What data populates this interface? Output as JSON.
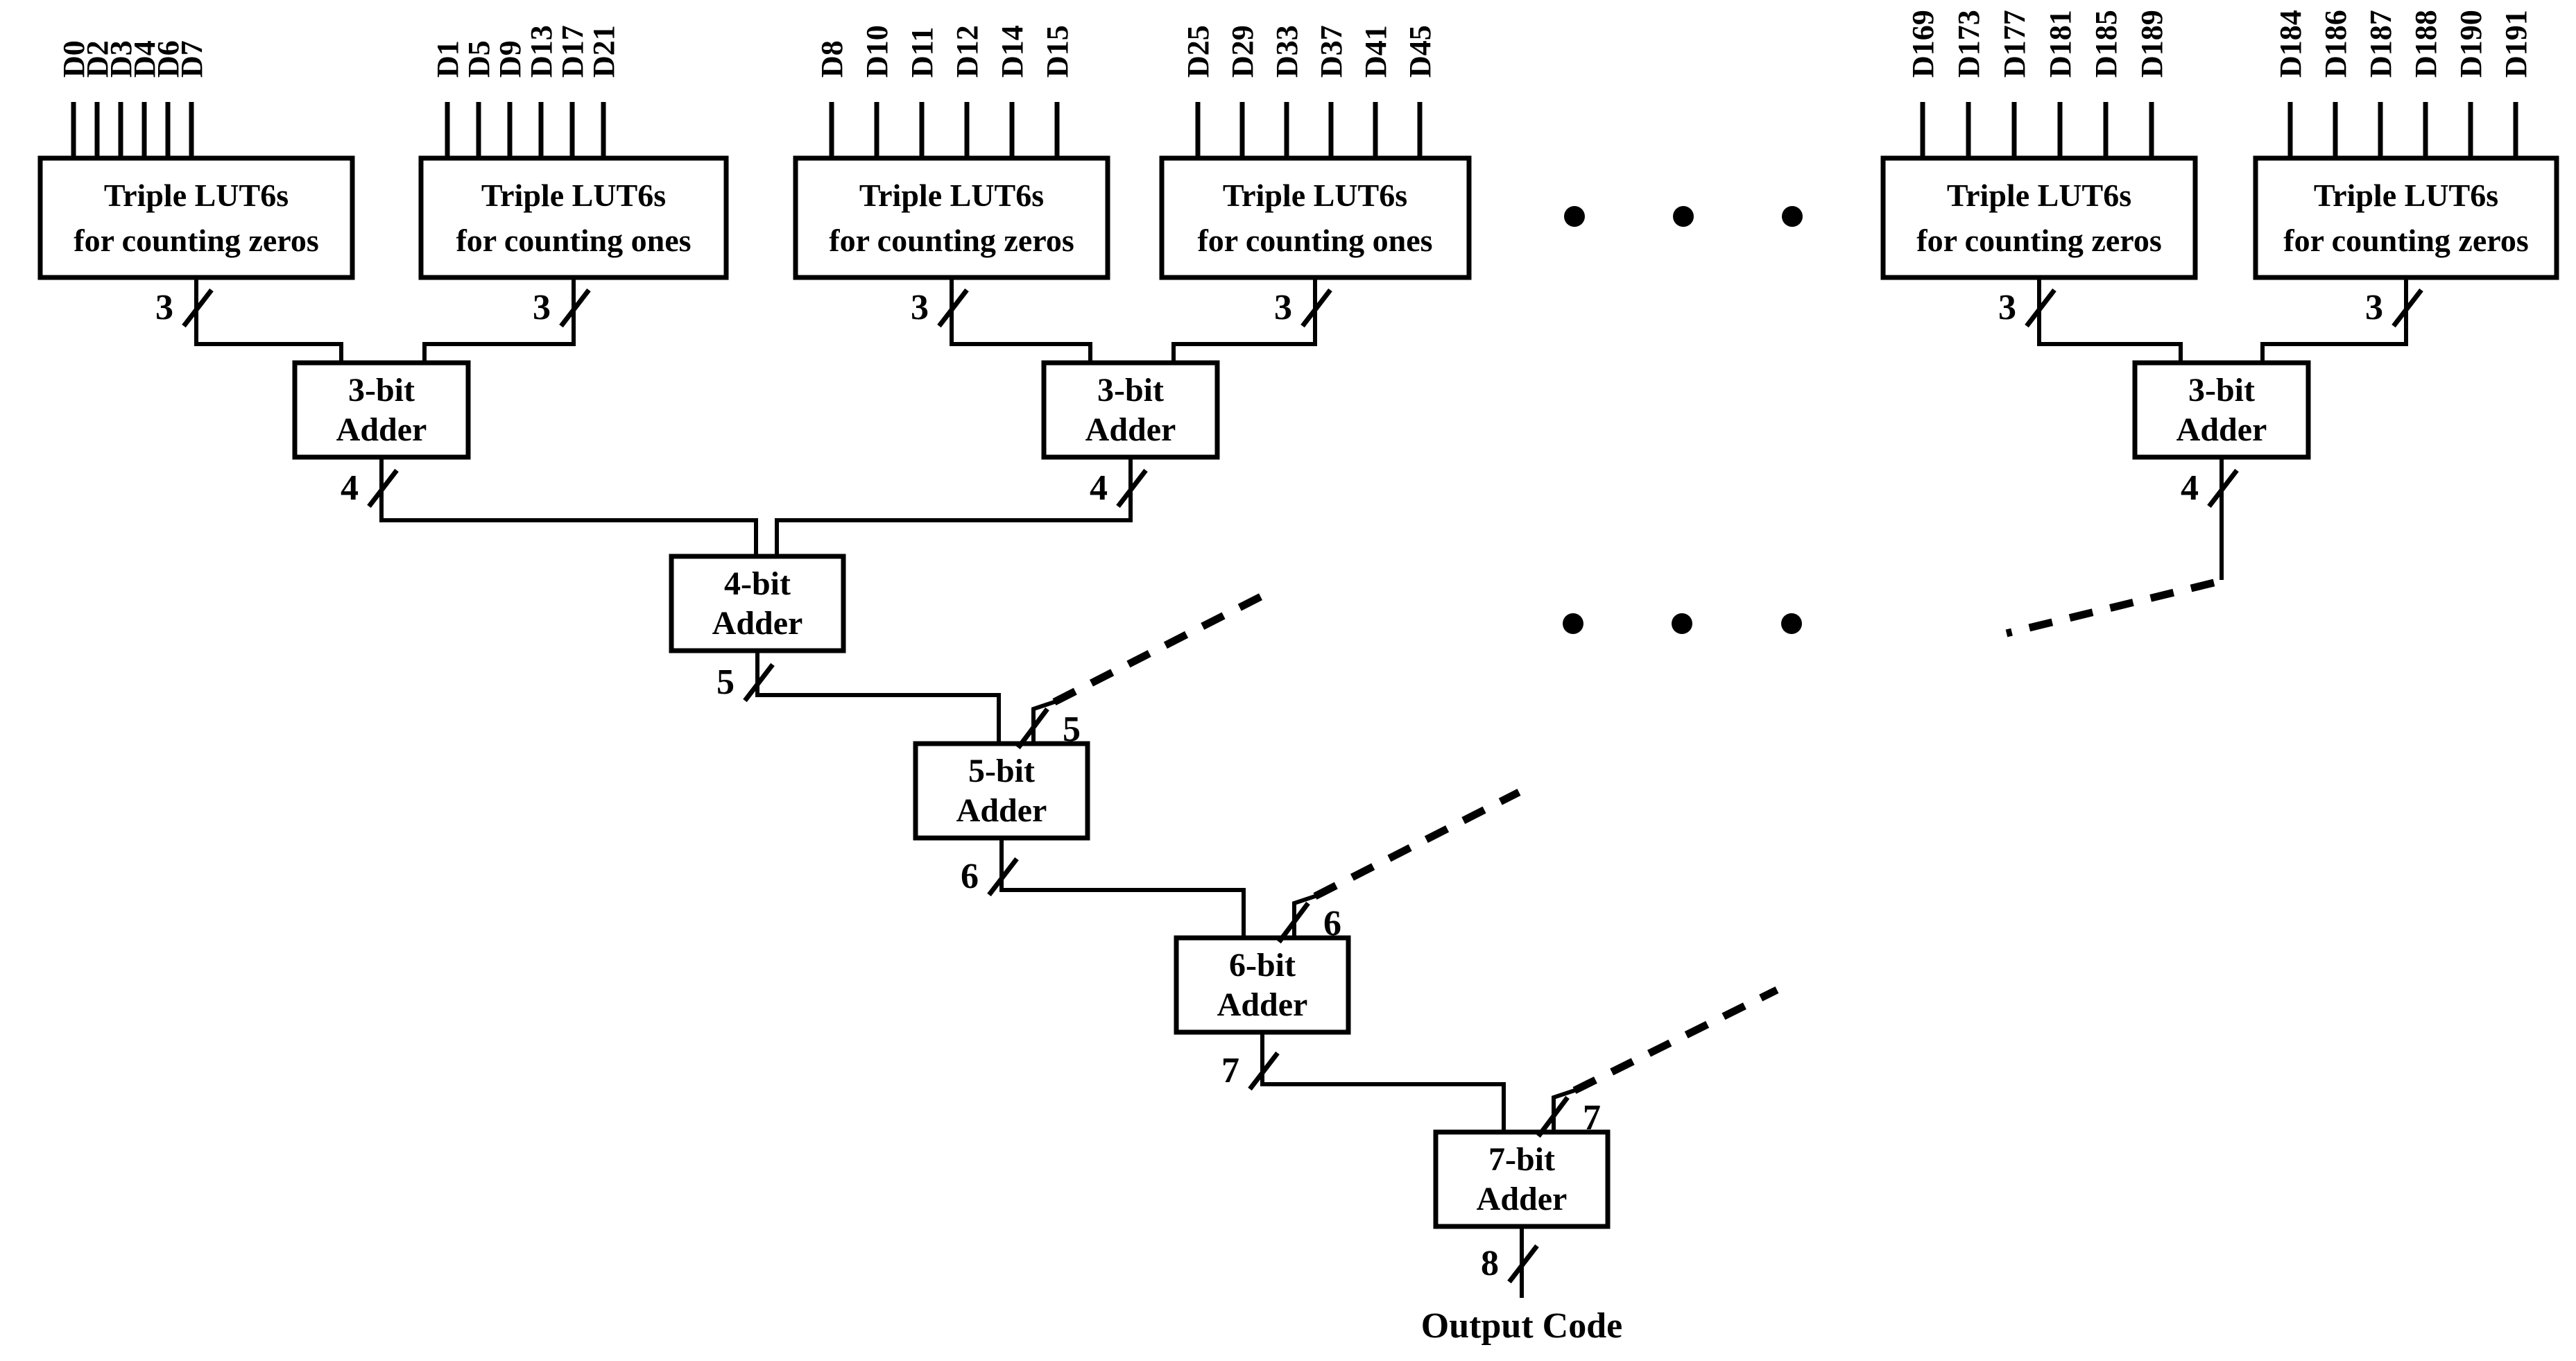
{
  "figure": {
    "type": "block-diagram",
    "title": "Hierarchical LUT6 population-count adder tree",
    "output_label": "Output Code"
  },
  "lut_blocks": [
    {
      "id": "lut-0",
      "line1": "Triple LUT6s",
      "line2": "for counting zeros",
      "inputs": [
        "D0",
        "D2",
        "D3",
        "D4",
        "D6",
        "D7"
      ],
      "output_width": "3"
    },
    {
      "id": "lut-1",
      "line1": "Triple LUT6s",
      "line2": "for counting ones",
      "inputs": [
        "D1",
        "D5",
        "D9",
        "D13",
        "D17",
        "D21"
      ],
      "output_width": "3"
    },
    {
      "id": "lut-2",
      "line1": "Triple LUT6s",
      "line2": "for counting zeros",
      "inputs": [
        "D8",
        "D10",
        "D11",
        "D12",
        "D14",
        "D15"
      ],
      "output_width": "3"
    },
    {
      "id": "lut-3",
      "line1": "Triple LUT6s",
      "line2": "for counting ones",
      "inputs": [
        "D25",
        "D29",
        "D33",
        "D37",
        "D41",
        "D45"
      ],
      "output_width": "3"
    },
    {
      "id": "lut-4",
      "line1": "Triple LUT6s",
      "line2": "for counting zeros",
      "inputs": [
        "D169",
        "D173",
        "D177",
        "D181",
        "D185",
        "D189"
      ],
      "output_width": "3"
    },
    {
      "id": "lut-5",
      "line1": "Triple LUT6s",
      "line2": "for counting zeros",
      "inputs": [
        "D184",
        "D186",
        "D187",
        "D188",
        "D190",
        "D191"
      ],
      "output_width": "3"
    }
  ],
  "adders": [
    {
      "id": "adder-3a",
      "line1": "3-bit",
      "line2": "Adder",
      "output_width": "4"
    },
    {
      "id": "adder-3b",
      "line1": "3-bit",
      "line2": "Adder",
      "output_width": "4"
    },
    {
      "id": "adder-3c",
      "line1": "3-bit",
      "line2": "Adder",
      "output_width": "4"
    },
    {
      "id": "adder-4",
      "line1": "4-bit",
      "line2": "Adder",
      "output_width": "5"
    },
    {
      "id": "adder-5",
      "line1": "5-bit",
      "line2": "Adder",
      "output_width": "6"
    },
    {
      "id": "adder-6",
      "line1": "6-bit",
      "line2": "Adder",
      "output_width": "7"
    },
    {
      "id": "adder-7",
      "line1": "7-bit",
      "line2": "Adder",
      "output_width": "8"
    }
  ],
  "right_input_widths": {
    "to_adder5": "5",
    "to_adder6": "6",
    "to_adder7": "7"
  },
  "ellipses": {
    "top_row": "•  •  •",
    "mid_row": "•  •  •"
  },
  "colors": {
    "line": "#000000",
    "background": "#ffffff",
    "text": "#000000"
  }
}
